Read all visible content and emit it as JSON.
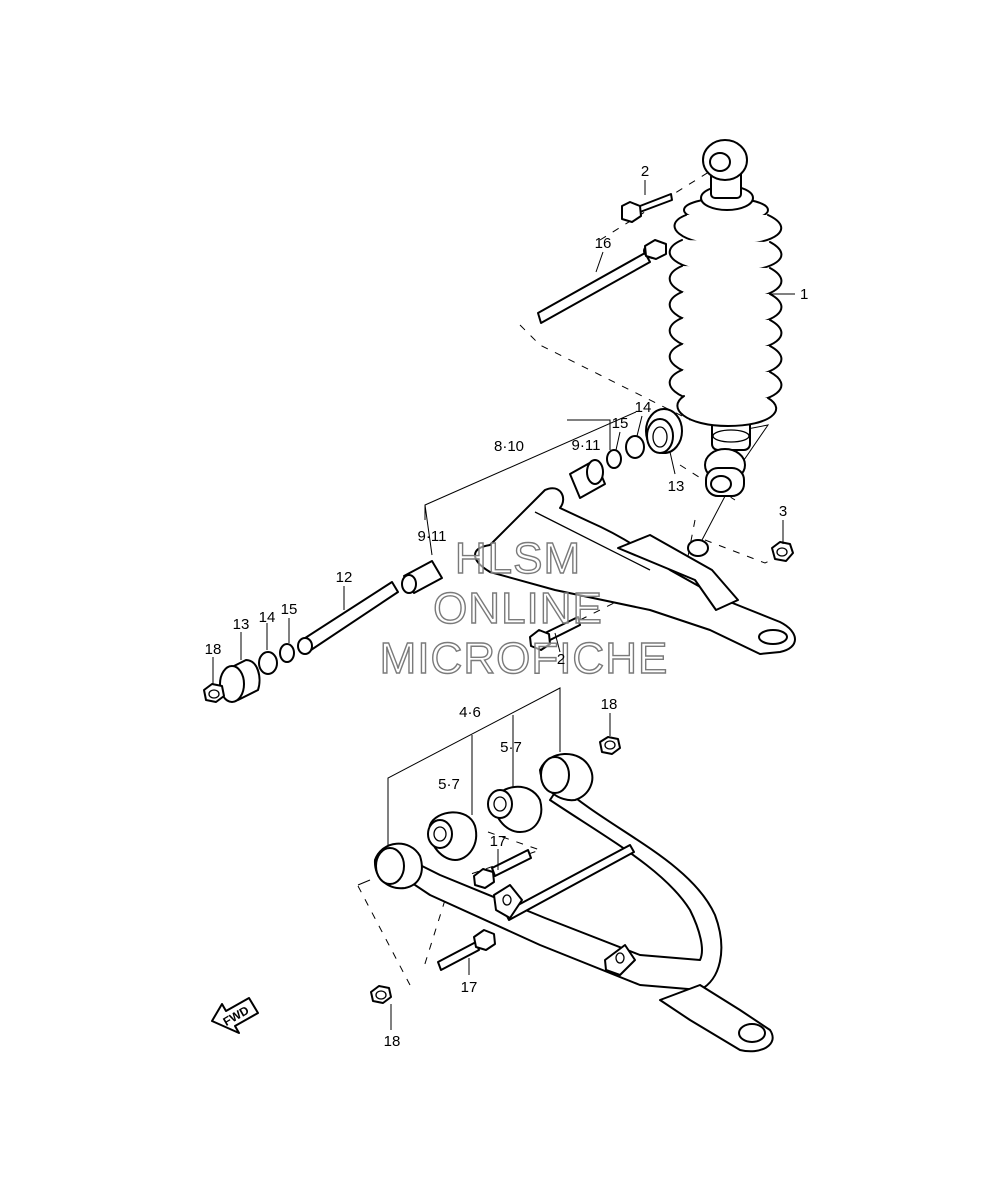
{
  "callouts": {
    "c1": "1",
    "c2_top": "2",
    "c2_bottom": "2",
    "c3": "3",
    "c4_6": "4·6",
    "c5_7_left": "5·7",
    "c5_7_right": "5·7",
    "c8_10": "8·10",
    "c9_11_top": "9·11",
    "c9_11_left": "9·11",
    "c12": "12",
    "c13_top": "13",
    "c13_left": "13",
    "c14_top": "14",
    "c14_left": "14",
    "c15_top": "15",
    "c15_left": "15",
    "c16": "16",
    "c17_top": "17",
    "c17_bottom": "17",
    "c18_top": "18",
    "c18_left": "18",
    "c18_bottom": "18"
  },
  "watermark": {
    "line1": "HLSM",
    "line2": "ONLINE",
    "line3": "MICROFICHE"
  },
  "fwd_label": "FWD"
}
